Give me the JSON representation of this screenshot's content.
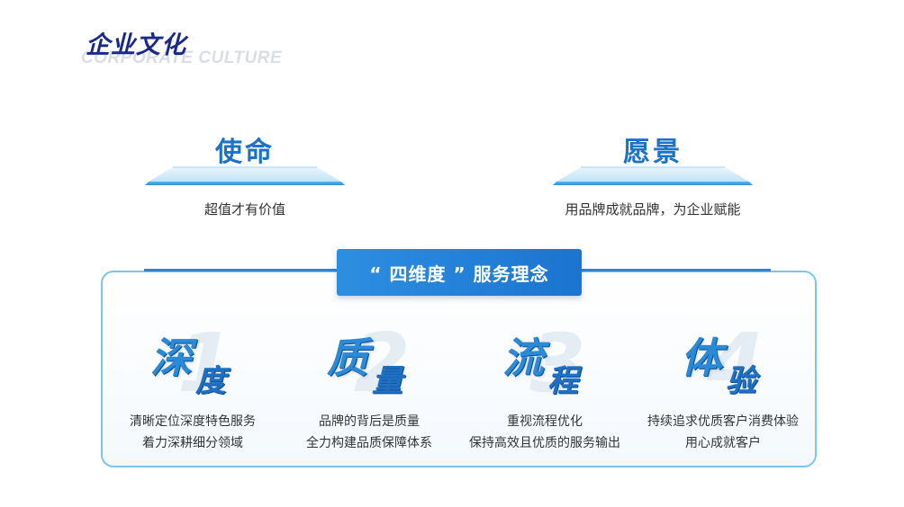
{
  "header": {
    "title": "企业文化",
    "subtitle": "CORPORATE CULTURE"
  },
  "mission": {
    "title": "使命",
    "text": "超值才有价值"
  },
  "vision": {
    "title": "愿景",
    "text": "用品牌成就品牌，为企业赋能"
  },
  "service": {
    "banner": "“ 四维度 ” 服务理念",
    "pillars": [
      {
        "char1": "深",
        "char2": "度",
        "line1": "清晰定位深度特色服务",
        "line2": "着力深耕细分领域"
      },
      {
        "char1": "质",
        "char2": "量",
        "line1": "品牌的背后是质量",
        "line2": "全力构建品质保障体系"
      },
      {
        "char1": "流",
        "char2": "程",
        "line1": "重视流程优化",
        "line2": "保持高效且优质的服务输出"
      },
      {
        "char1": "体",
        "char2": "验",
        "line1": "持续追求优质客户消费体验",
        "line2": "用心成就客户"
      }
    ]
  },
  "colors": {
    "title": "#1a2a88",
    "accent": "#2c86d8",
    "panel_border": "#7cc4ec",
    "mv_title": "#1c72c7"
  }
}
